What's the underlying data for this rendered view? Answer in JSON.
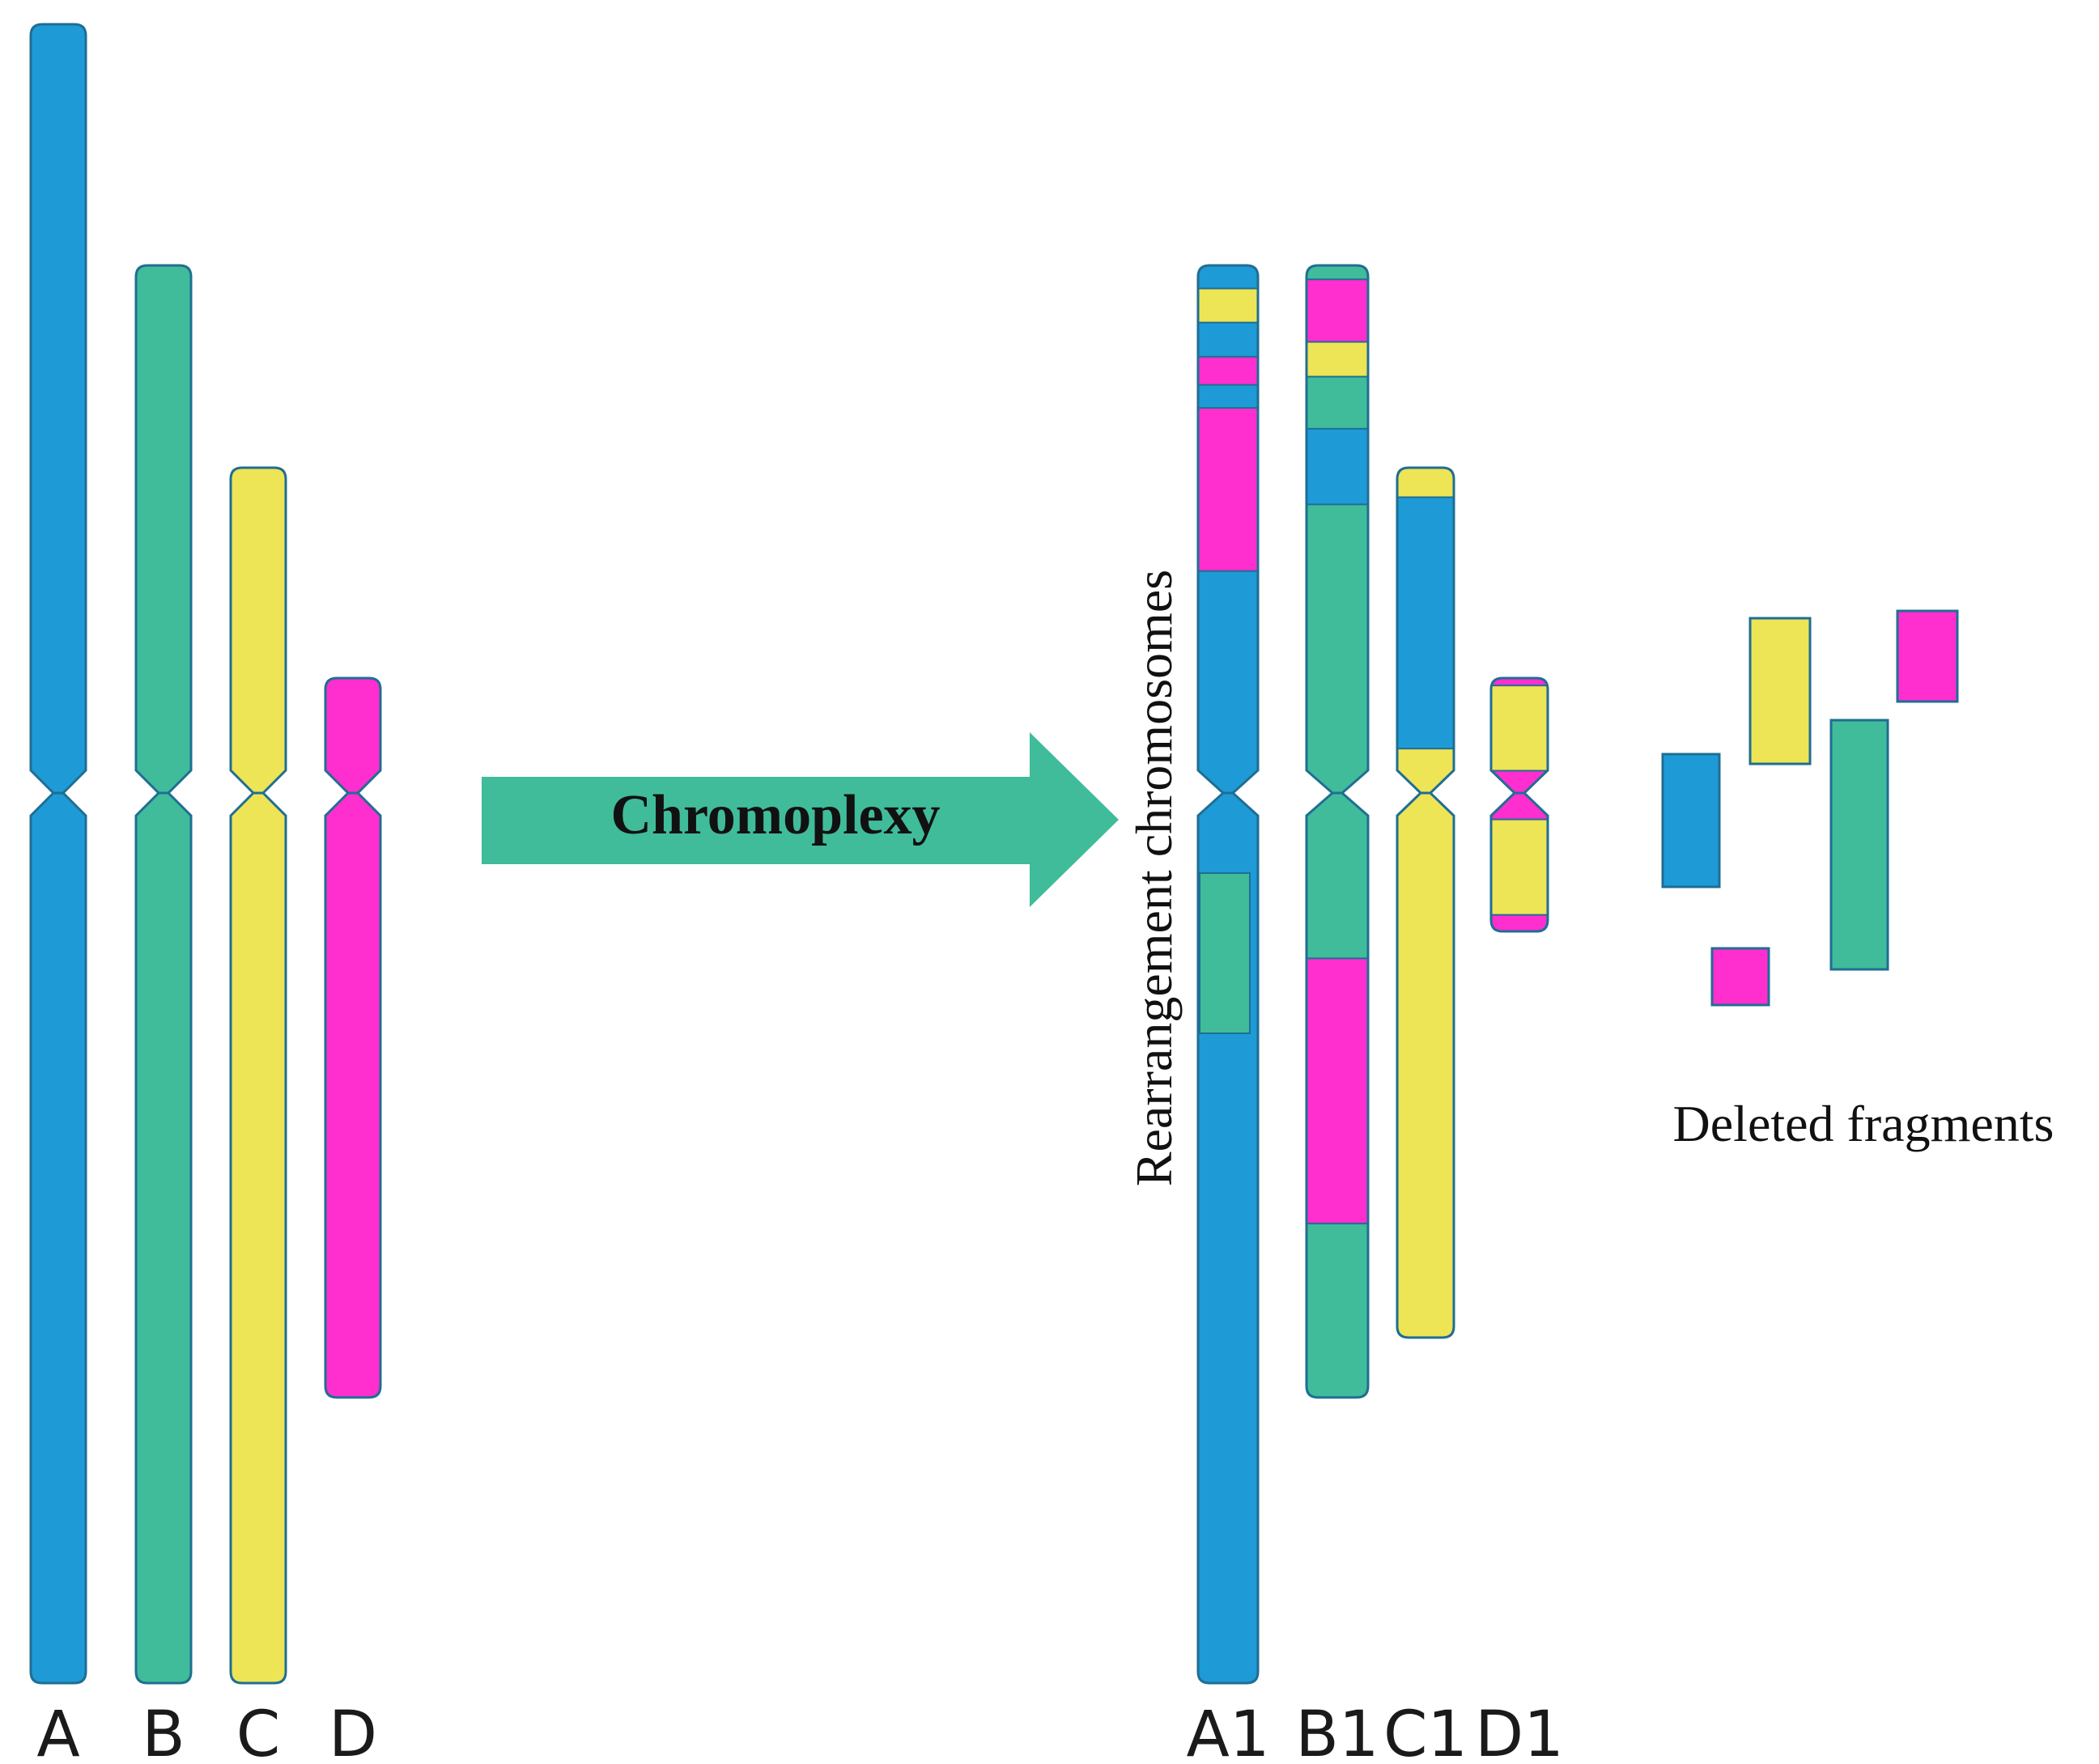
{
  "colors": {
    "A": "#1E9BD7",
    "B": "#40BC9A",
    "C": "#EDE456",
    "D": "#FF2ECF",
    "outline": "#1F6E93",
    "arrow": "#40BC9A"
  },
  "original": {
    "chromosomes": [
      {
        "label": "A",
        "color": "A"
      },
      {
        "label": "B",
        "color": "B"
      },
      {
        "label": "C",
        "color": "C"
      },
      {
        "label": "D",
        "color": "D"
      }
    ]
  },
  "process_label": "Chromoplexy",
  "rearranged": {
    "title": "Rearrangement chromosomes",
    "chromosomes": [
      {
        "label": "A1",
        "segments": [
          {
            "from": 0.0,
            "to": 0.0437,
            "color": "A"
          },
          {
            "from": 0.0437,
            "to": 0.1084,
            "color": "C"
          },
          {
            "from": 0.1084,
            "to": 0.1731,
            "color": "A"
          },
          {
            "from": 0.1731,
            "to": 0.2265,
            "color": "D"
          },
          {
            "from": 0.2265,
            "to": 0.2702,
            "color": "A"
          },
          {
            "from": 0.2702,
            "to": 0.5793,
            "color": "D"
          },
          {
            "from": 0.5793,
            "to": 1.0,
            "color": "A"
          }
        ],
        "q_inset": {
          "from": 0.09,
          "to": 0.27,
          "color": "B"
        }
      },
      {
        "label": "B1",
        "segments": [
          {
            "from": 0.0,
            "to": 0.0264,
            "color": "B"
          },
          {
            "from": 0.0264,
            "to": 0.145,
            "color": "D"
          },
          {
            "from": 0.145,
            "to": 0.2109,
            "color": "C"
          },
          {
            "from": 0.2109,
            "to": 0.3097,
            "color": "B"
          },
          {
            "from": 0.3097,
            "to": 0.453,
            "color": "A"
          },
          {
            "from": 0.453,
            "to": 1.0,
            "color": "B"
          }
        ],
        "q_segments": [
          {
            "from": 0.0,
            "to": 0.2736,
            "color": "B"
          },
          {
            "from": 0.2736,
            "to": 0.7123,
            "color": "D"
          },
          {
            "from": 0.7123,
            "to": 1.0,
            "color": "B"
          }
        ]
      },
      {
        "label": "C1",
        "segments": [
          {
            "from": 0.0,
            "to": 0.0909,
            "color": "C"
          },
          {
            "from": 0.0909,
            "to": 0.8636,
            "color": "A"
          },
          {
            "from": 0.8636,
            "to": 1.0,
            "color": "C"
          }
        ],
        "q_segments": [
          {
            "from": 0.0,
            "to": 1.0,
            "color": "C"
          }
        ]
      },
      {
        "label": "D1",
        "segments": [
          {
            "from": 0.0,
            "to": 0.0645,
            "color": "D"
          },
          {
            "from": 0.0645,
            "to": 0.8064,
            "color": "C"
          },
          {
            "from": 0.8064,
            "to": 1.0,
            "color": "D"
          }
        ],
        "q_segments": [
          {
            "from": 0.0,
            "to": 0.1905,
            "color": "D"
          },
          {
            "from": 0.1905,
            "to": 0.8809,
            "color": "C"
          },
          {
            "from": 0.8809,
            "to": 1.0,
            "color": "D"
          }
        ]
      }
    ]
  },
  "deleted": {
    "title": "Deleted fragments",
    "fragments": [
      {
        "color": "A"
      },
      {
        "color": "C"
      },
      {
        "color": "D"
      },
      {
        "color": "B"
      },
      {
        "color": "D"
      }
    ]
  }
}
